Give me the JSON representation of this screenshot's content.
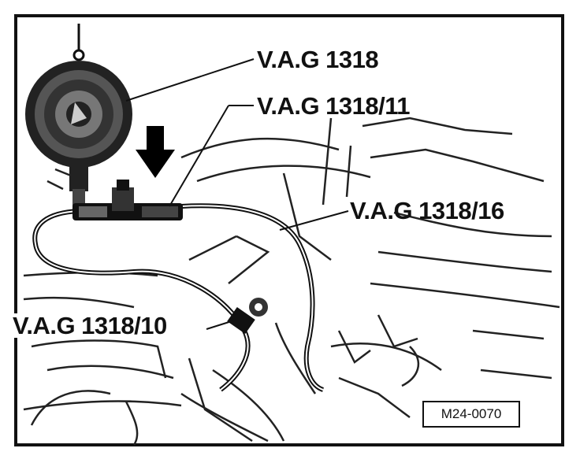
{
  "callouts": {
    "gauge": "V.A.G 1318",
    "adapter": "V.A.G 1318/11",
    "hose": "V.A.G 1318/16",
    "connector": "V.A.G 1318/10"
  },
  "figure_ref": "M24-0070",
  "colors": {
    "ink": "#111111",
    "paper": "#ffffff"
  }
}
